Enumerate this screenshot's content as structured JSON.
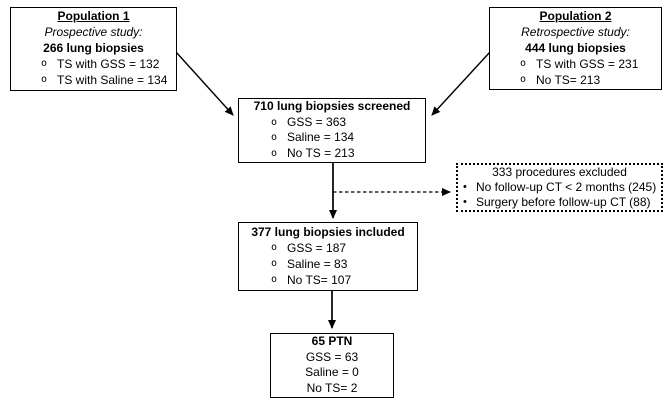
{
  "glyphs": {
    "hollow_bullet": "o",
    "solid_bullet": "•"
  },
  "colors": {
    "background": "#ffffff",
    "text": "#000000",
    "border": "#000000",
    "line": "#000000"
  },
  "boxes": {
    "population1": {
      "title": "Population 1",
      "subtitle": "Prospective study:",
      "total": "266 lung biopsies",
      "items": [
        "TS with GSS = 132",
        "TS with Saline = 134"
      ]
    },
    "population2": {
      "title": "Population 2",
      "subtitle": "Retrospective study:",
      "total": "444 lung biopsies",
      "items": [
        "TS with GSS = 231",
        "No TS= 213"
      ]
    },
    "screened": {
      "title": "710 lung biopsies screened",
      "items": [
        "GSS = 363",
        "Saline = 134",
        "No TS = 213"
      ]
    },
    "excluded": {
      "title": "333 procedures excluded",
      "items": [
        "No follow-up CT < 2 months (245)",
        "Surgery before follow-up CT (88)"
      ]
    },
    "included": {
      "title": "377 lung biopsies included",
      "items": [
        "GSS = 187",
        "Saline = 83",
        "No TS= 107"
      ]
    },
    "final": {
      "title": "65 PTN",
      "items": [
        "GSS = 63",
        "Saline = 0",
        "No TS= 2"
      ]
    }
  }
}
